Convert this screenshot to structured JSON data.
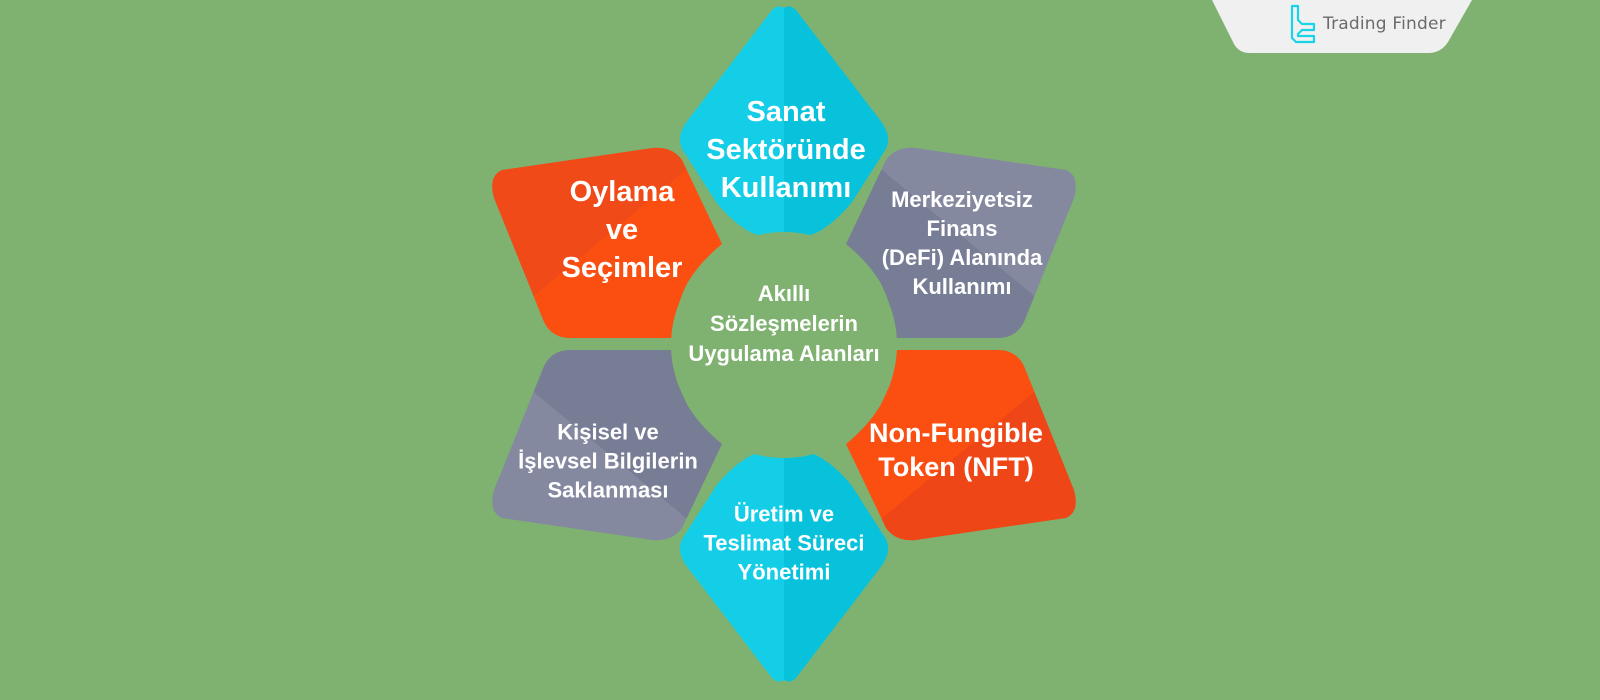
{
  "brand": {
    "name": "Trading Finder",
    "logo_icon": "tf-monogram-icon",
    "logo_color": "#19d3e8",
    "tab_color": "#f0f0f0"
  },
  "diagram": {
    "background": "#7fb270",
    "center": {
      "lines": [
        "Akıllı",
        "Sözleşmelerin",
        "Uygulama Alanları"
      ],
      "color": "#7fb270"
    },
    "petals": [
      {
        "position": "top",
        "color": "#11c6e0",
        "lines": [
          "Sanat",
          "Sektöründe",
          "Kullanımı"
        ]
      },
      {
        "position": "upper-right",
        "color": "#7c829a",
        "lines": [
          "Merkeziyetsiz",
          "Finans",
          "(DeFi) Alanında",
          "Kullanımı"
        ]
      },
      {
        "position": "lower-right",
        "color": "#f24b14",
        "lines": [
          "Non-Fungible",
          "Token (NFT)"
        ]
      },
      {
        "position": "bottom",
        "color": "#11c6e0",
        "lines": [
          "Üretim ve",
          "Teslimat Süreci",
          "Yönetimi"
        ]
      },
      {
        "position": "lower-left",
        "color": "#7c829a",
        "lines": [
          "Kişisel ve",
          "İşlevsel Bilgilerin",
          "Saklanması"
        ]
      },
      {
        "position": "upper-left",
        "color": "#f24b14",
        "lines": [
          "Oylama",
          "ve",
          "Seçimler"
        ]
      }
    ]
  }
}
